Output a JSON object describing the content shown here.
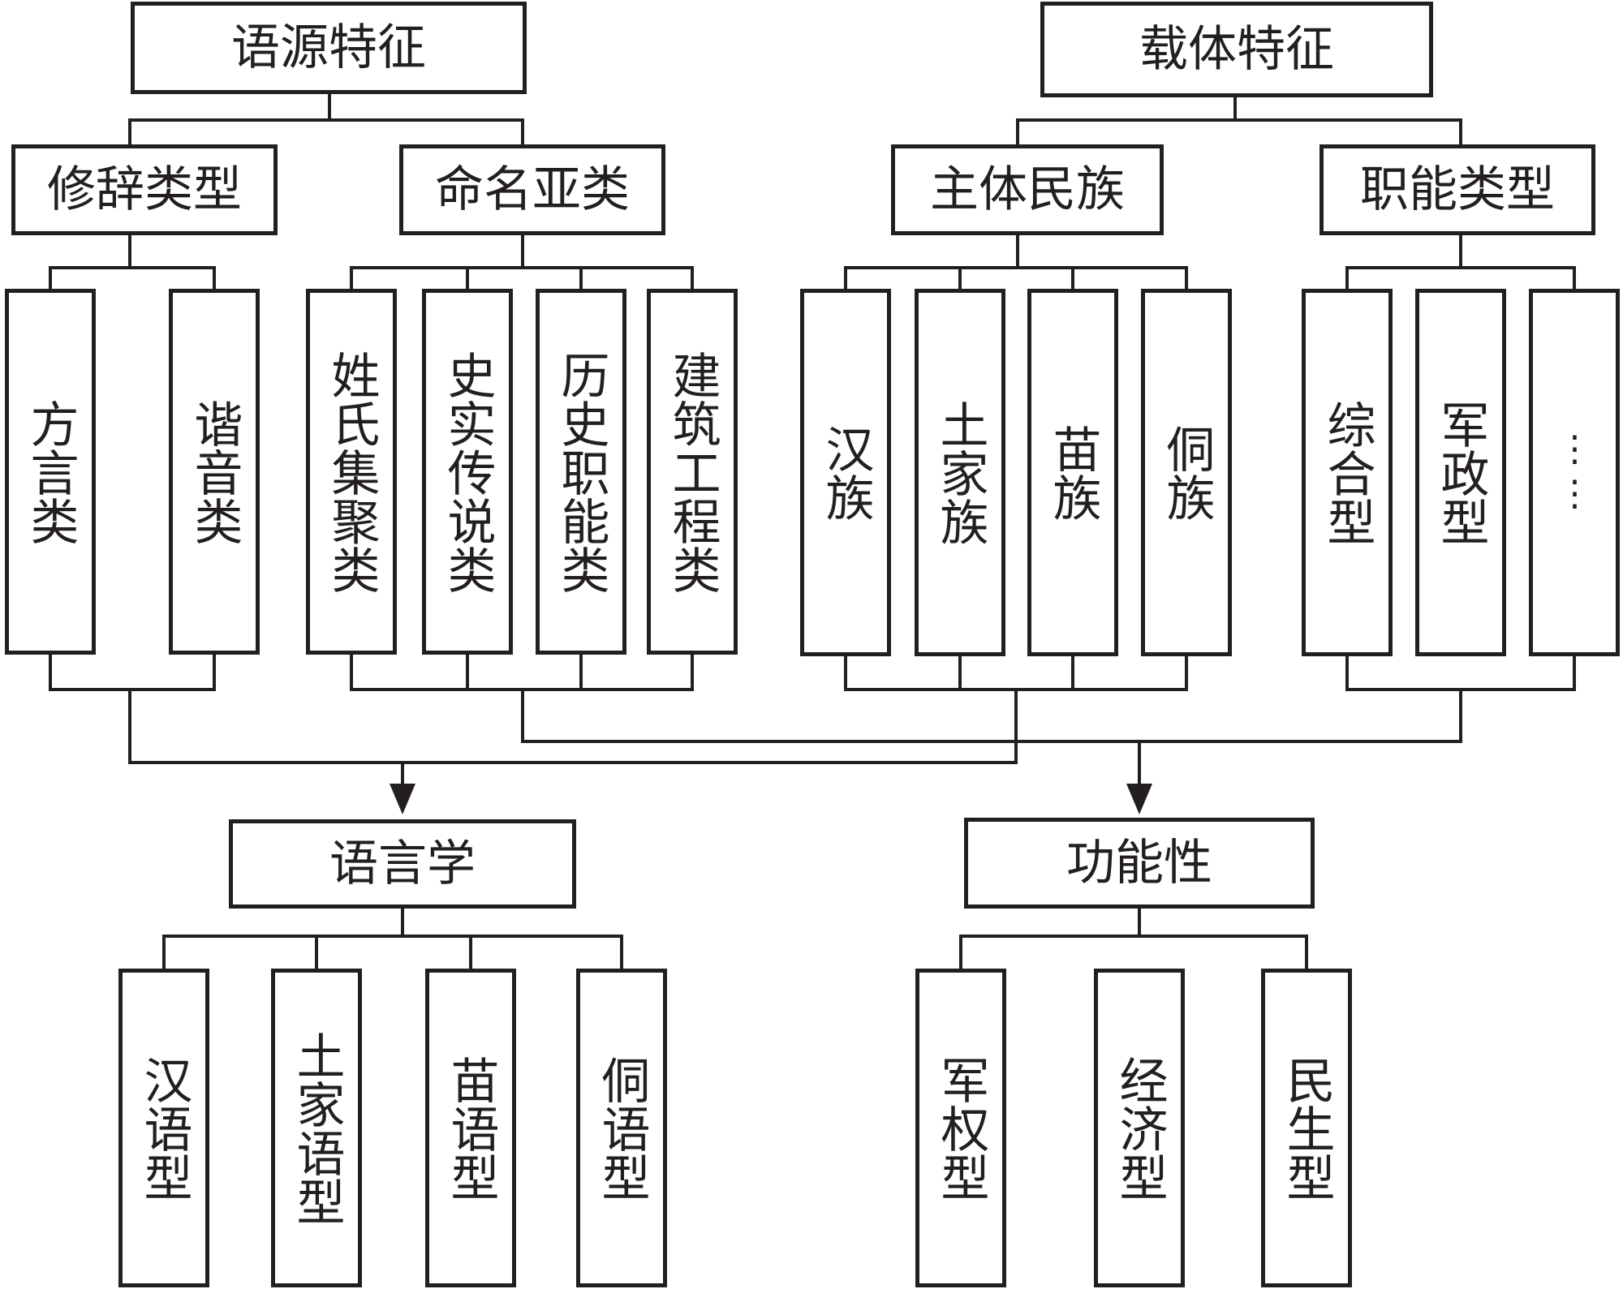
{
  "top": {
    "source": {
      "title": "语源特征",
      "rhetoric": {
        "title": "修辞类型",
        "items": [
          "方言类",
          "谐音类"
        ]
      },
      "naming": {
        "title": "命名亚类",
        "items": [
          "姓氏集聚类",
          "史实传说类",
          "历史职能类",
          "建筑工程类"
        ]
      }
    },
    "carrier": {
      "title": "载体特征",
      "ethnic": {
        "title": "主体民族",
        "items": [
          "汉族",
          "土家族",
          "苗族",
          "侗族"
        ]
      },
      "function": {
        "title": "职能类型",
        "items": [
          "综合型",
          "军政型",
          "⋮⋮"
        ]
      }
    }
  },
  "bottom": {
    "linguistics": {
      "title": "语言学",
      "items": [
        "汉语型",
        "土家语型",
        "苗语型",
        "侗语型"
      ]
    },
    "functionality": {
      "title": "功能性",
      "items": [
        "军权型",
        "经济型",
        "民生型"
      ]
    }
  }
}
